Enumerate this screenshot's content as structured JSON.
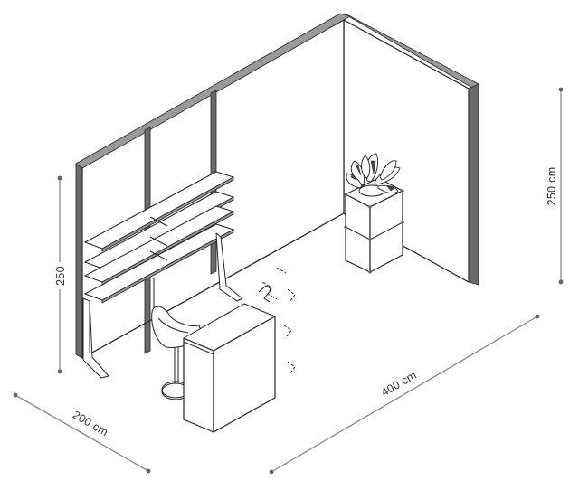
{
  "dimensions": {
    "height_left": "250",
    "height_right": "250 cm",
    "depth": "200 cm",
    "width": "400 cm"
  },
  "colors": {
    "line": "#222222",
    "dimension_line": "#888888",
    "panel_edge": "#6b6b6b",
    "background": "#ffffff"
  }
}
